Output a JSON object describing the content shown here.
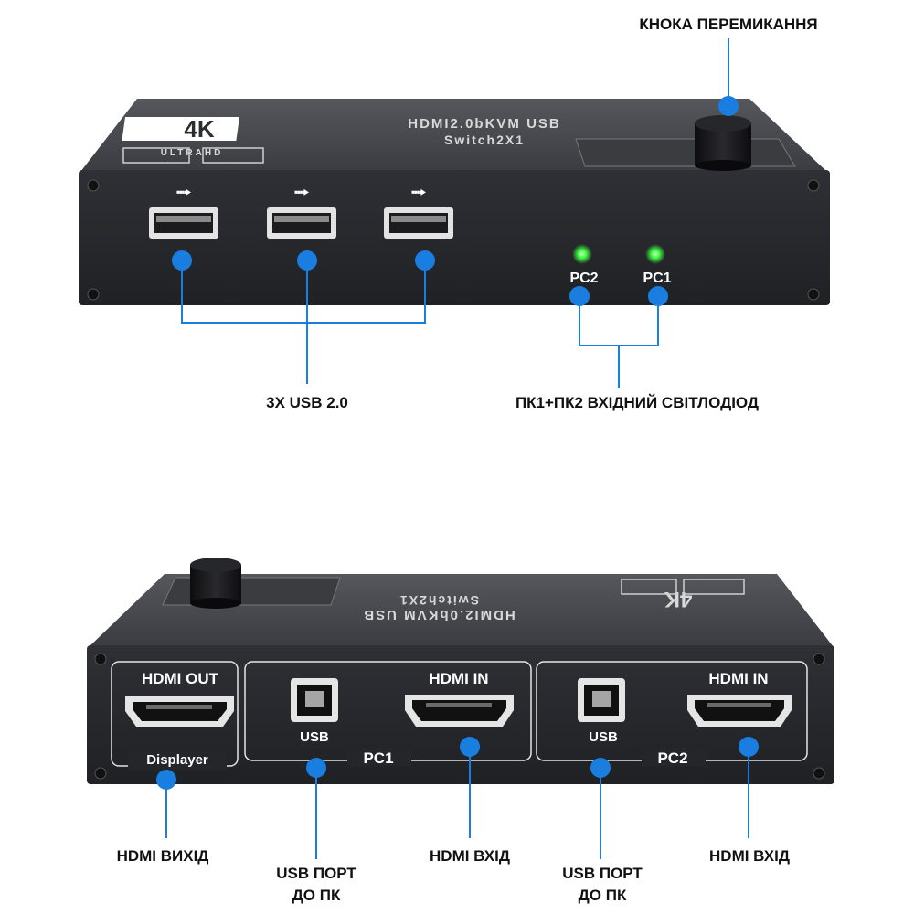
{
  "labels": {
    "switch_button": "КНОКА ПЕРЕМИКАННЯ",
    "usb_ports": "3X USB 2.0",
    "led_indicator": "ПК1+ПК2 ВХІДНИЙ СВІТЛОДІОД",
    "hdmi_out_bottom": "HDMI ВИХІД",
    "usb_port_pc1_line1": "USB ПОРТ",
    "usb_port_pc1_line2": "ДО ПК",
    "hdmi_in_pc1": "HDMI ВХІД",
    "usb_port_pc2_line1": "USB ПОРТ",
    "usb_port_pc2_line2": "ДО ПК",
    "hdmi_in_pc2": "HDMI ВХІД"
  },
  "device_front": {
    "logo_4k": "4K",
    "logo_sub": "ULTRAHD",
    "model_line1": "HDMI2.0bKVM USB",
    "model_line2": "Switch2X1",
    "led_pc2": "PC2",
    "led_pc1": "PC1",
    "led_color": "#3dff3d"
  },
  "device_back": {
    "hdmi_out": "HDMI OUT",
    "displayer": "Displayer",
    "usb_pc1": "USB",
    "hdmi_in_pc1": "HDMI IN",
    "group_pc1": "PC1",
    "usb_pc2": "USB",
    "hdmi_in_pc2": "HDMI IN",
    "group_pc2": "PC2"
  },
  "colors": {
    "callout_blue": "#1a7de0",
    "device_body": "#2b2d31",
    "device_top": "#4a4c51"
  },
  "icons": {
    "usb": "usb-icon",
    "hdmi": "hdmi-port-icon",
    "knob": "knob-icon"
  }
}
